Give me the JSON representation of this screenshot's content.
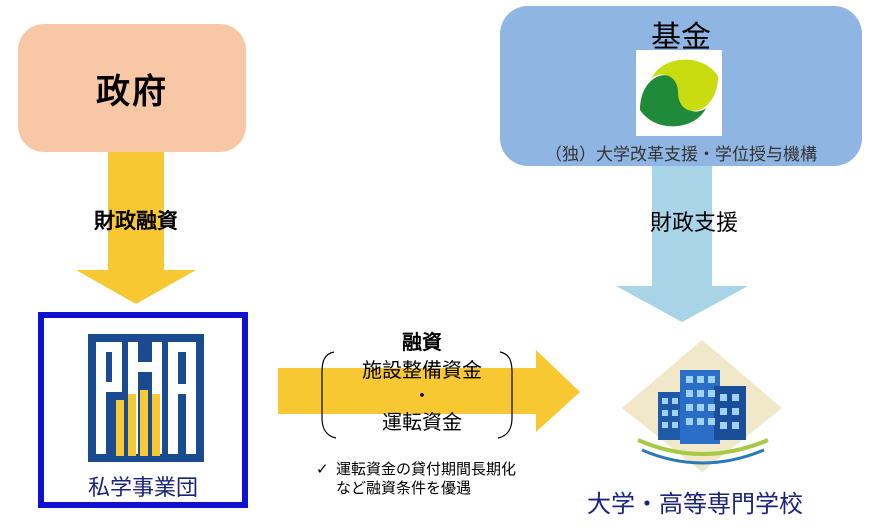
{
  "government": {
    "label": "政府"
  },
  "fund": {
    "title": "基金",
    "subtitle": "（独）大学改革支援・学位授与機構"
  },
  "arrows": {
    "gov_to_pmac": "財政融資",
    "fund_to_school": "財政支援"
  },
  "loan": {
    "title": "融資",
    "items": [
      "施設整備資金",
      "・",
      "運転資金"
    ]
  },
  "note": {
    "check": "✓",
    "text": "運転資金の貸付期間長期化など融資条件を優遇"
  },
  "pmac": {
    "label": "私学事業団"
  },
  "school": {
    "label": "大学・高等専門学校"
  },
  "colors": {
    "gov_box": "#f8c8a6",
    "fund_box": "#8fb5e3",
    "yellow_arrow": "#f8c832",
    "blue_arrow": "#a9d4e8",
    "pmac_border": "#1010d0",
    "pmac_logo": "#1a4a8f"
  }
}
